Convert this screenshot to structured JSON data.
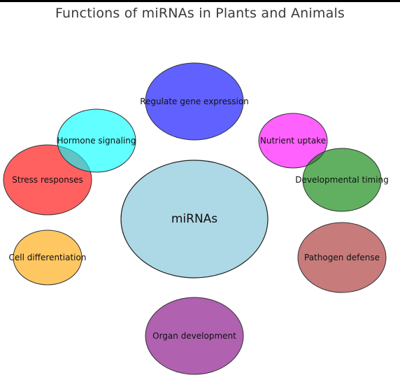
{
  "title": "Functions of miRNAs in Plants and Animals",
  "center": {
    "label": "miRNAs",
    "color": "#add8e6"
  },
  "functions": [
    {
      "label": "Regulate gene expression",
      "color": "#0000ff"
    },
    {
      "label": "Nutrient uptake",
      "color": "#ff00ff"
    },
    {
      "label": "Developmental timing",
      "color": "#008000"
    },
    {
      "label": "Pathogen defense",
      "color": "#a52a2a"
    },
    {
      "label": "Organ development",
      "color": "#800080"
    },
    {
      "label": "Cell differentiation",
      "color": "#ffa500"
    },
    {
      "label": "Stress responses",
      "color": "#ff0000"
    },
    {
      "label": "Hormone signaling",
      "color": "#00ffff"
    }
  ]
}
